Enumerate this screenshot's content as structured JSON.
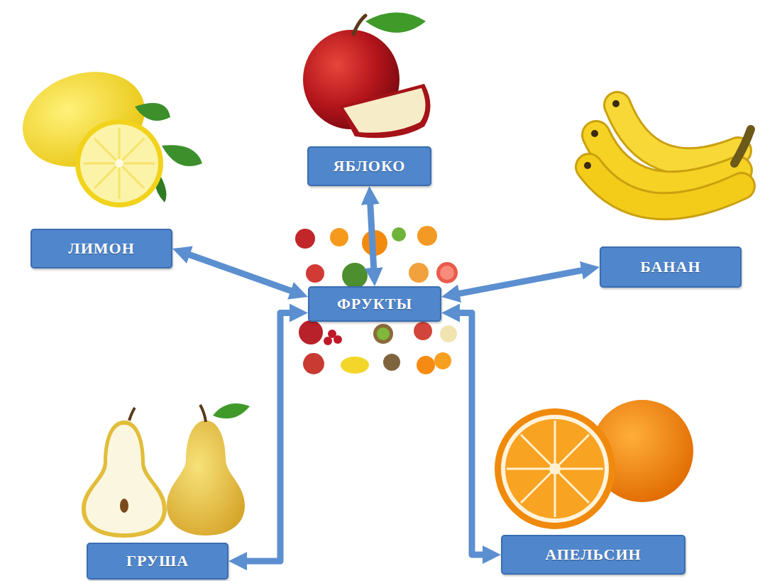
{
  "diagram": {
    "nodes": [
      {
        "text": [
          "ЯБЛОКО"
        ]
      },
      {
        "text": [
          "ЛИМОН"
        ]
      },
      {
        "text": [
          "БАНАН"
        ]
      },
      {
        "text": [
          "ФРУКТЫ"
        ]
      },
      {
        "text": [
          "ГРУША"
        ]
      },
      {
        "text": [
          "АПЕЛЬСИН"
        ]
      }
    ],
    "edges": [
      {
        "from": 3,
        "to": 0,
        "arrow": "both"
      },
      {
        "from": 3,
        "to": 1,
        "arrow": "both"
      },
      {
        "from": 3,
        "to": 2,
        "arrow": "both"
      },
      {
        "from": 3,
        "to": 4,
        "arrow": "both"
      },
      {
        "from": 3,
        "to": 5,
        "arrow": "both"
      }
    ]
  }
}
